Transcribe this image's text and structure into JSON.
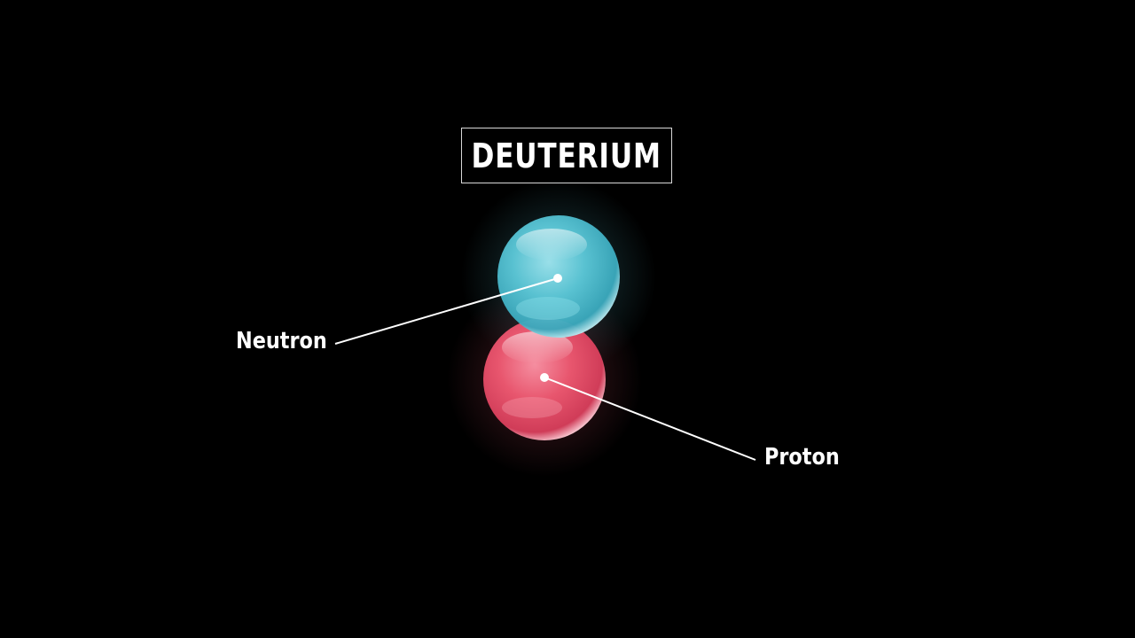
{
  "title": "DEUTERIUM",
  "particles": {
    "neutron": {
      "label": "Neutron",
      "color": "#5cc8d8"
    },
    "proton": {
      "label": "Proton",
      "color": "#e8566e"
    }
  },
  "background": "#000000"
}
